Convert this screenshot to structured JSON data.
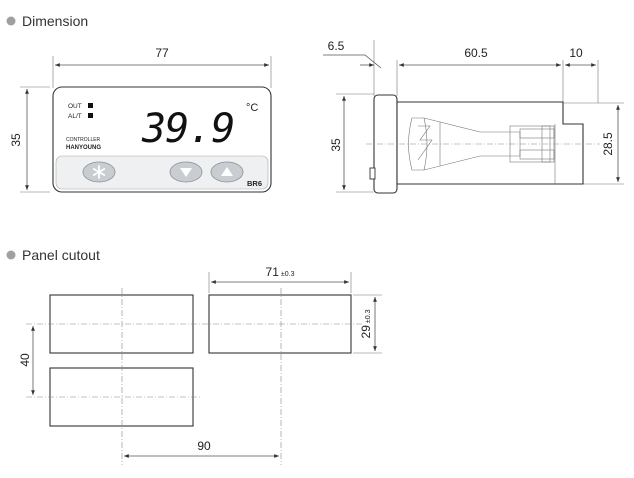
{
  "sections": {
    "dimension": {
      "title": "Dimension"
    },
    "cutout": {
      "title": "Panel cutout"
    }
  },
  "front": {
    "width": "77",
    "height": "35",
    "display": "39.9",
    "unit": "°C",
    "indicator_out": "OUT",
    "indicator_alt": "AL/T",
    "brand_line1": "CONTROLLER",
    "brand_line2": "HANYOUNG",
    "model": "BR6",
    "buttons": [
      {
        "name": "set",
        "icon": "asterisk-icon"
      },
      {
        "name": "down",
        "icon": "triangle-down-icon"
      },
      {
        "name": "up",
        "icon": "triangle-up-icon"
      }
    ]
  },
  "side": {
    "bezel": "6.5",
    "body": "60.5",
    "terminal": "10",
    "height": "35",
    "rear_height": "28.5"
  },
  "cutout": {
    "width": "71",
    "width_tol": "±0.3",
    "height": "29",
    "height_tol": "±0.3",
    "vertical_pitch": "40",
    "horizontal_pitch": "90"
  },
  "colors": {
    "bullet": "#a0a0a0",
    "button_face": "#c9cdd2",
    "button_icon": "#ffffff",
    "keypad_band": "#eef0f2"
  }
}
